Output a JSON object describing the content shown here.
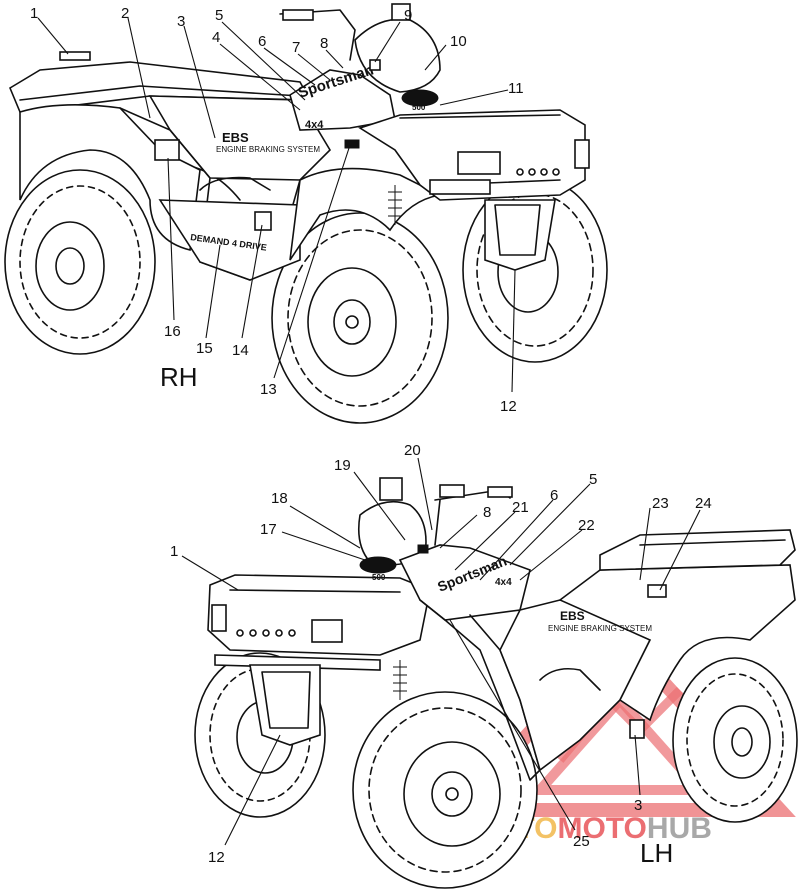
{
  "views": {
    "rh": {
      "label": "RH"
    },
    "lh": {
      "label": "LH"
    }
  },
  "callouts_rh": [
    "1",
    "2",
    "3",
    "4",
    "5",
    "6",
    "7",
    "8",
    "9",
    "10",
    "11",
    "12",
    "13",
    "14",
    "15",
    "16"
  ],
  "callouts_lh": [
    "1",
    "17",
    "18",
    "19",
    "20",
    "8",
    "21",
    "6",
    "5",
    "22",
    "23",
    "24",
    "12",
    "25",
    "3"
  ],
  "decals": {
    "brand": "Sportsman",
    "model_code": "4x4",
    "model_number": "500",
    "ebs": "EBS",
    "ebs_sub": "ENGINE BRAKING SYSTEM",
    "drive": "DEMAND 4 DRIVE"
  },
  "watermark": {
    "part1": "AUTO",
    "part2": "MOTO",
    "part3": "HUB",
    "color_orange": "#f2b84b",
    "color_red": "#e8555a",
    "color_gray": "#9a9a9a"
  }
}
